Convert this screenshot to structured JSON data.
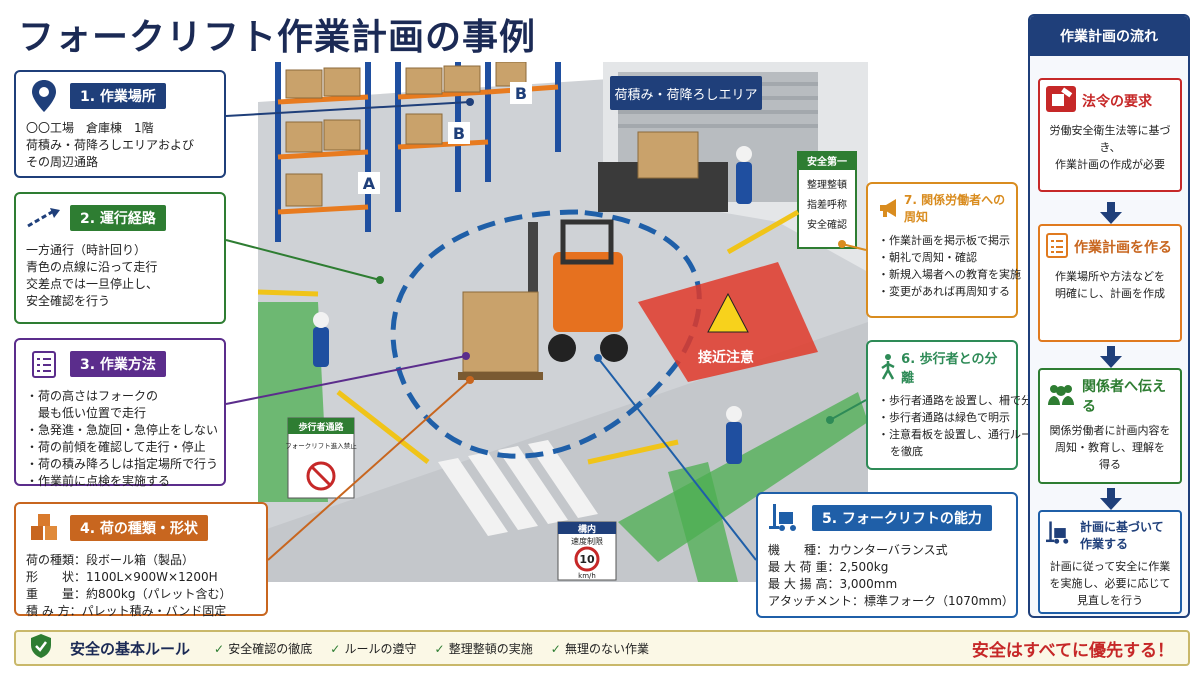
{
  "title": "フォークリフト作業計画の事例",
  "scene": {
    "zone_sign": "荷積み・荷降ろしエリア",
    "rack_labels": [
      "A",
      "B",
      "B"
    ],
    "safety_board": {
      "title": "安全第一",
      "items": [
        "整理整頓",
        "指差呼称",
        "安全確認"
      ]
    },
    "warning": "接近注意",
    "pedestrian_sign": {
      "title": "歩行者通路",
      "text": "フォークリフト進入禁止"
    },
    "speed_sign": {
      "title": "構内",
      "subtitle": "速度制限",
      "value": "10",
      "unit": "km/h"
    }
  },
  "cards": {
    "c1": {
      "title": "1. 作業場所",
      "lines": [
        "〇〇工場　倉庫棟　1階",
        "荷積み・荷降ろしエリアおよび",
        "その周辺通路"
      ]
    },
    "c2": {
      "title": "2. 運行経路",
      "lines": [
        "一方通行（時計回り）",
        "青色の点線に沿って走行",
        "交差点では一旦停止し、",
        "安全確認を行う"
      ]
    },
    "c3": {
      "title": "3. 作業方法",
      "lines": [
        "荷の高さはフォークの",
        "最も低い位置で走行",
        "急発進・急旋回・急停止をしない",
        "荷の前傾を確認して走行・停止",
        "荷の積み降ろしは指定場所で行う",
        "作業前に点検を実施する"
      ]
    },
    "c4": {
      "title": "4. 荷の種類・形状",
      "lines": [
        "荷の種類：段ボール箱（製品）",
        "形　　状：1100L×900W×1200H",
        "重　　量：約800kg（パレット含む）",
        "積 み 方：パレット積み・バンド固定"
      ]
    },
    "c5": {
      "title": "5. フォークリフトの能力",
      "lines": [
        "機　　種：カウンターバランス式",
        "最 大 荷 重：2,500kg",
        "最 大 揚 高：3,000mm",
        "アタッチメント：標準フォーク（1070mm）"
      ]
    },
    "c6": {
      "title": "6. 歩行者との分離",
      "lines": [
        "歩行者通路を設置し、柵で分離",
        "歩行者通路は緑色で明示",
        "注意看板を設置し、通行ルール",
        "を徹底"
      ]
    },
    "c7": {
      "title": "7. 関係労働者への周知",
      "lines": [
        "作業計画を掲示板で掲示",
        "朝礼で周知・確認",
        "新規入場者への教育を実施",
        "変更があれば再周知する"
      ]
    }
  },
  "flow": {
    "title": "作業計画の流れ",
    "steps": [
      {
        "title": "法令の要求",
        "lines": [
          "労働安全衛生法等に基づき、",
          "作業計画の作成が必要"
        ]
      },
      {
        "title": "作業計画を作る",
        "lines": [
          "作業場所や方法などを",
          "明確にし、計画を作成"
        ]
      },
      {
        "title": "関係者へ伝える",
        "lines": [
          "関係労働者に計画内容を",
          "周知・教育し、理解を",
          "得る"
        ]
      },
      {
        "title": "計画に基づいて作業する",
        "lines": [
          "計画に従って安全に作業",
          "を実施し、必要に応じて",
          "見直しを行う"
        ]
      }
    ]
  },
  "bottom": {
    "title": "安全の基本ルール",
    "rules": [
      "安全確認の徹底",
      "ルールの遵守",
      "整理整頓の実施",
      "無理のない作業"
    ],
    "slogan": "安全はすべてに優先する！"
  },
  "colors": {
    "navy": "#1f3f7a",
    "green": "#2e7d32",
    "purple": "#5b2d8c",
    "orange": "#c8661f",
    "blue": "#1f5fa8",
    "red": "#c62828"
  }
}
